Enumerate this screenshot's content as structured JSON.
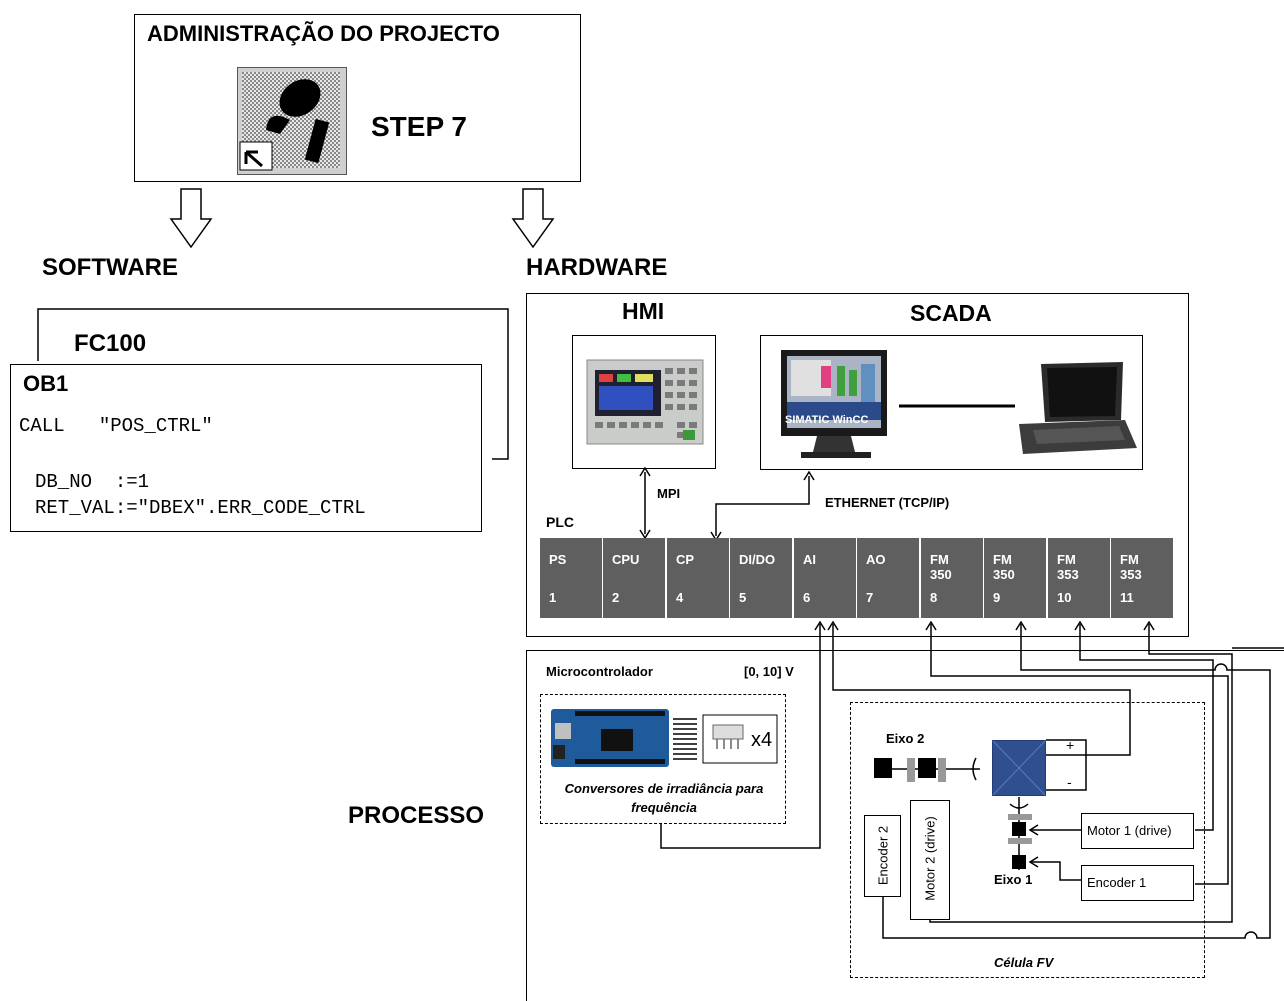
{
  "project": {
    "title": "ADMINISTRAÇÃO DO PROJECTO",
    "app": "STEP 7"
  },
  "sections": {
    "software": "SOFTWARE",
    "hardware": "HARDWARE",
    "process": "PROCESSO"
  },
  "software": {
    "fc": "FC100",
    "ob": "OB1",
    "code": [
      "CALL   \"POS_CTRL\"",
      "DB_NO  :=1",
      "RET_VAL:=\"DBEX\".ERR_CODE_CTRL"
    ]
  },
  "hardware": {
    "hmi": "HMI",
    "scada": "SCADA",
    "wincc": "SIMATIC WinCC",
    "mpi": "MPI",
    "ethernet": "ETHERNET (TCP/IP)",
    "plc": "PLC",
    "slots": [
      {
        "label": "PS",
        "num": "1"
      },
      {
        "label": "CPU",
        "num": "2"
      },
      {
        "label": "CP",
        "num": "4"
      },
      {
        "label": "DI/DO",
        "num": "5"
      },
      {
        "label": "AI",
        "num": "6"
      },
      {
        "label": "AO",
        "num": "7"
      },
      {
        "label": "FM\n350",
        "num": "8"
      },
      {
        "label": "FM\n350",
        "num": "9"
      },
      {
        "label": "FM\n353",
        "num": "10"
      },
      {
        "label": "FM\n353",
        "num": "11"
      }
    ]
  },
  "process": {
    "micro": "Microcontrolador",
    "range": "[0, 10] V",
    "x4": "x4",
    "converters": "Conversores de irradiância para frequência",
    "eixo2": "Eixo 2",
    "eixo1": "Eixo 1",
    "encoder2": "Encoder 2",
    "motor2": "Motor 2 (drive)",
    "motor1": "Motor 1 (drive)",
    "encoder1": "Encoder 1",
    "plus": "+",
    "minus": "-",
    "cell": "Célula FV"
  },
  "colors": {
    "slot": "#5f5f5f",
    "panel_blue": "#2f4f8f"
  }
}
